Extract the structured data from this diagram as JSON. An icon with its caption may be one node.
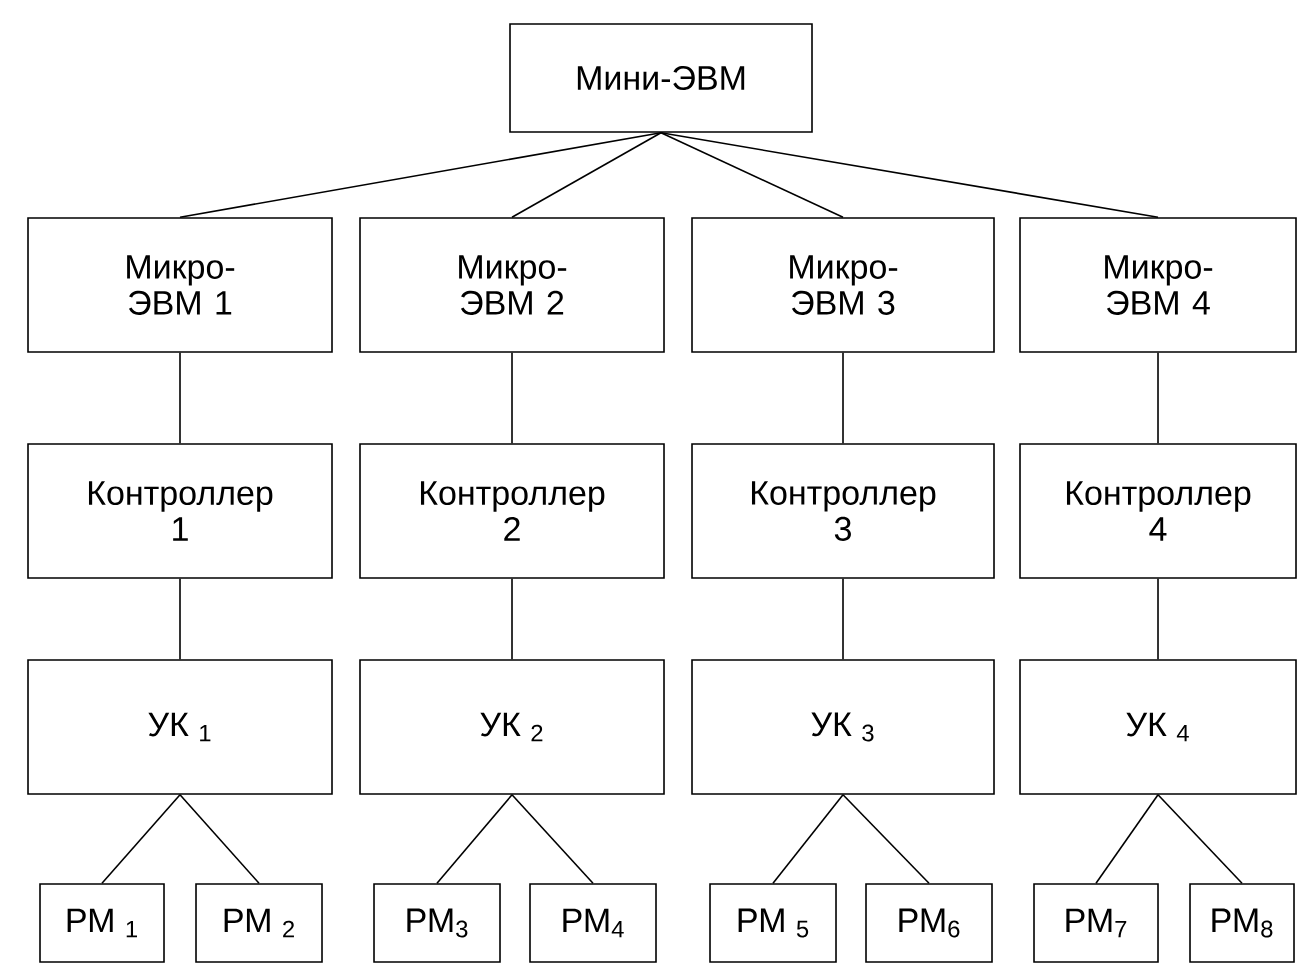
{
  "diagram": {
    "nodes": [
      {
        "text": [
          "Мини-ЭВМ"
        ]
      },
      {
        "text": [
          "Микро-ЭВМ 1"
        ]
      },
      {
        "text": [
          "Микро-ЭВМ 2"
        ]
      },
      {
        "text": [
          "Микро-ЭВМ 3"
        ]
      },
      {
        "text": [
          "Микро-ЭВМ 4"
        ]
      },
      {
        "text": [
          "Контроллер 1"
        ]
      },
      {
        "text": [
          "Контроллер 2"
        ]
      },
      {
        "text": [
          "Контроллер 3"
        ]
      },
      {
        "text": [
          "Контроллер 4"
        ]
      },
      {
        "text": [
          "УК $_{1}$"
        ]
      },
      {
        "text": [
          "УК $_{2}$"
        ]
      },
      {
        "text": [
          "УК $_{3}$"
        ]
      },
      {
        "text": [
          "УК $_{4}$"
        ]
      },
      {
        "text": [
          "РМ $_{1}$"
        ]
      },
      {
        "text": [
          "РМ $_{2}$"
        ]
      },
      {
        "text": [
          "РМ$_{3}$"
        ]
      },
      {
        "text": [
          "РМ$_{4}$"
        ]
      },
      {
        "text": [
          "РМ $_{5}$"
        ]
      },
      {
        "text": [
          "РМ$_{6}$"
        ]
      },
      {
        "text": [
          "РМ$_{7}$"
        ]
      },
      {
        "text": [
          "РМ$_{8}$"
        ]
      }
    ],
    "edges": [
      {
        "from": 0,
        "to": 1,
        "arrow": "none"
      },
      {
        "from": 0,
        "to": 2,
        "arrow": "none"
      },
      {
        "from": 0,
        "to": 3,
        "arrow": "none"
      },
      {
        "from": 0,
        "to": 4,
        "arrow": "none"
      },
      {
        "from": 1,
        "to": 5,
        "arrow": "none"
      },
      {
        "from": 2,
        "to": 6,
        "arrow": "none"
      },
      {
        "from": 3,
        "to": 7,
        "arrow": "none"
      },
      {
        "from": 4,
        "to": 8,
        "arrow": "none"
      },
      {
        "from": 5,
        "to": 9,
        "arrow": "none"
      },
      {
        "from": 6,
        "to": 10,
        "arrow": "none"
      },
      {
        "from": 7,
        "to": 11,
        "arrow": "none"
      },
      {
        "from": 8,
        "to": 12,
        "arrow": "none"
      },
      {
        "from": 9,
        "to": 13,
        "arrow": "none"
      },
      {
        "from": 9,
        "to": 14,
        "arrow": "none"
      },
      {
        "from": 10,
        "to": 15,
        "arrow": "none"
      },
      {
        "from": 10,
        "to": 16,
        "arrow": "none"
      },
      {
        "from": 11,
        "to": 17,
        "arrow": "none"
      },
      {
        "from": 11,
        "to": 18,
        "arrow": "none"
      },
      {
        "from": 12,
        "to": 19,
        "arrow": "none"
      },
      {
        "from": 12,
        "to": 20,
        "arrow": "none"
      }
    ]
  }
}
